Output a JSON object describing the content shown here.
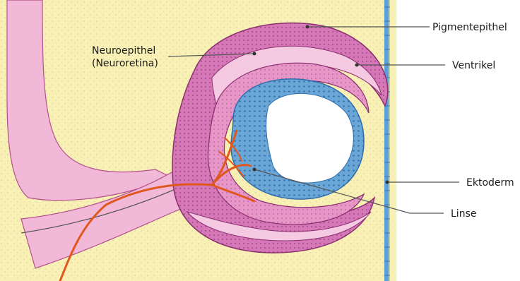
{
  "labels": {
    "pigment": "Pigmentepithel",
    "ventrikel": "Ventrikel",
    "neuro_line1": "Neuroepithel",
    "neuro_line2": "(Neuroretina)",
    "ektoderm": "Ektoderm",
    "linse": "Linse"
  },
  "colors": {
    "mesenchyme": "#f8f0b4",
    "pink_light": "#f2b8d8",
    "magenta": "#c9589c",
    "neuro": "#cf74b4",
    "lens_blue": "#6aa6d6",
    "lens_dark": "#2f6fae",
    "ectoderm_blue": "#5b9fd8",
    "vessel": "#e0581e"
  }
}
